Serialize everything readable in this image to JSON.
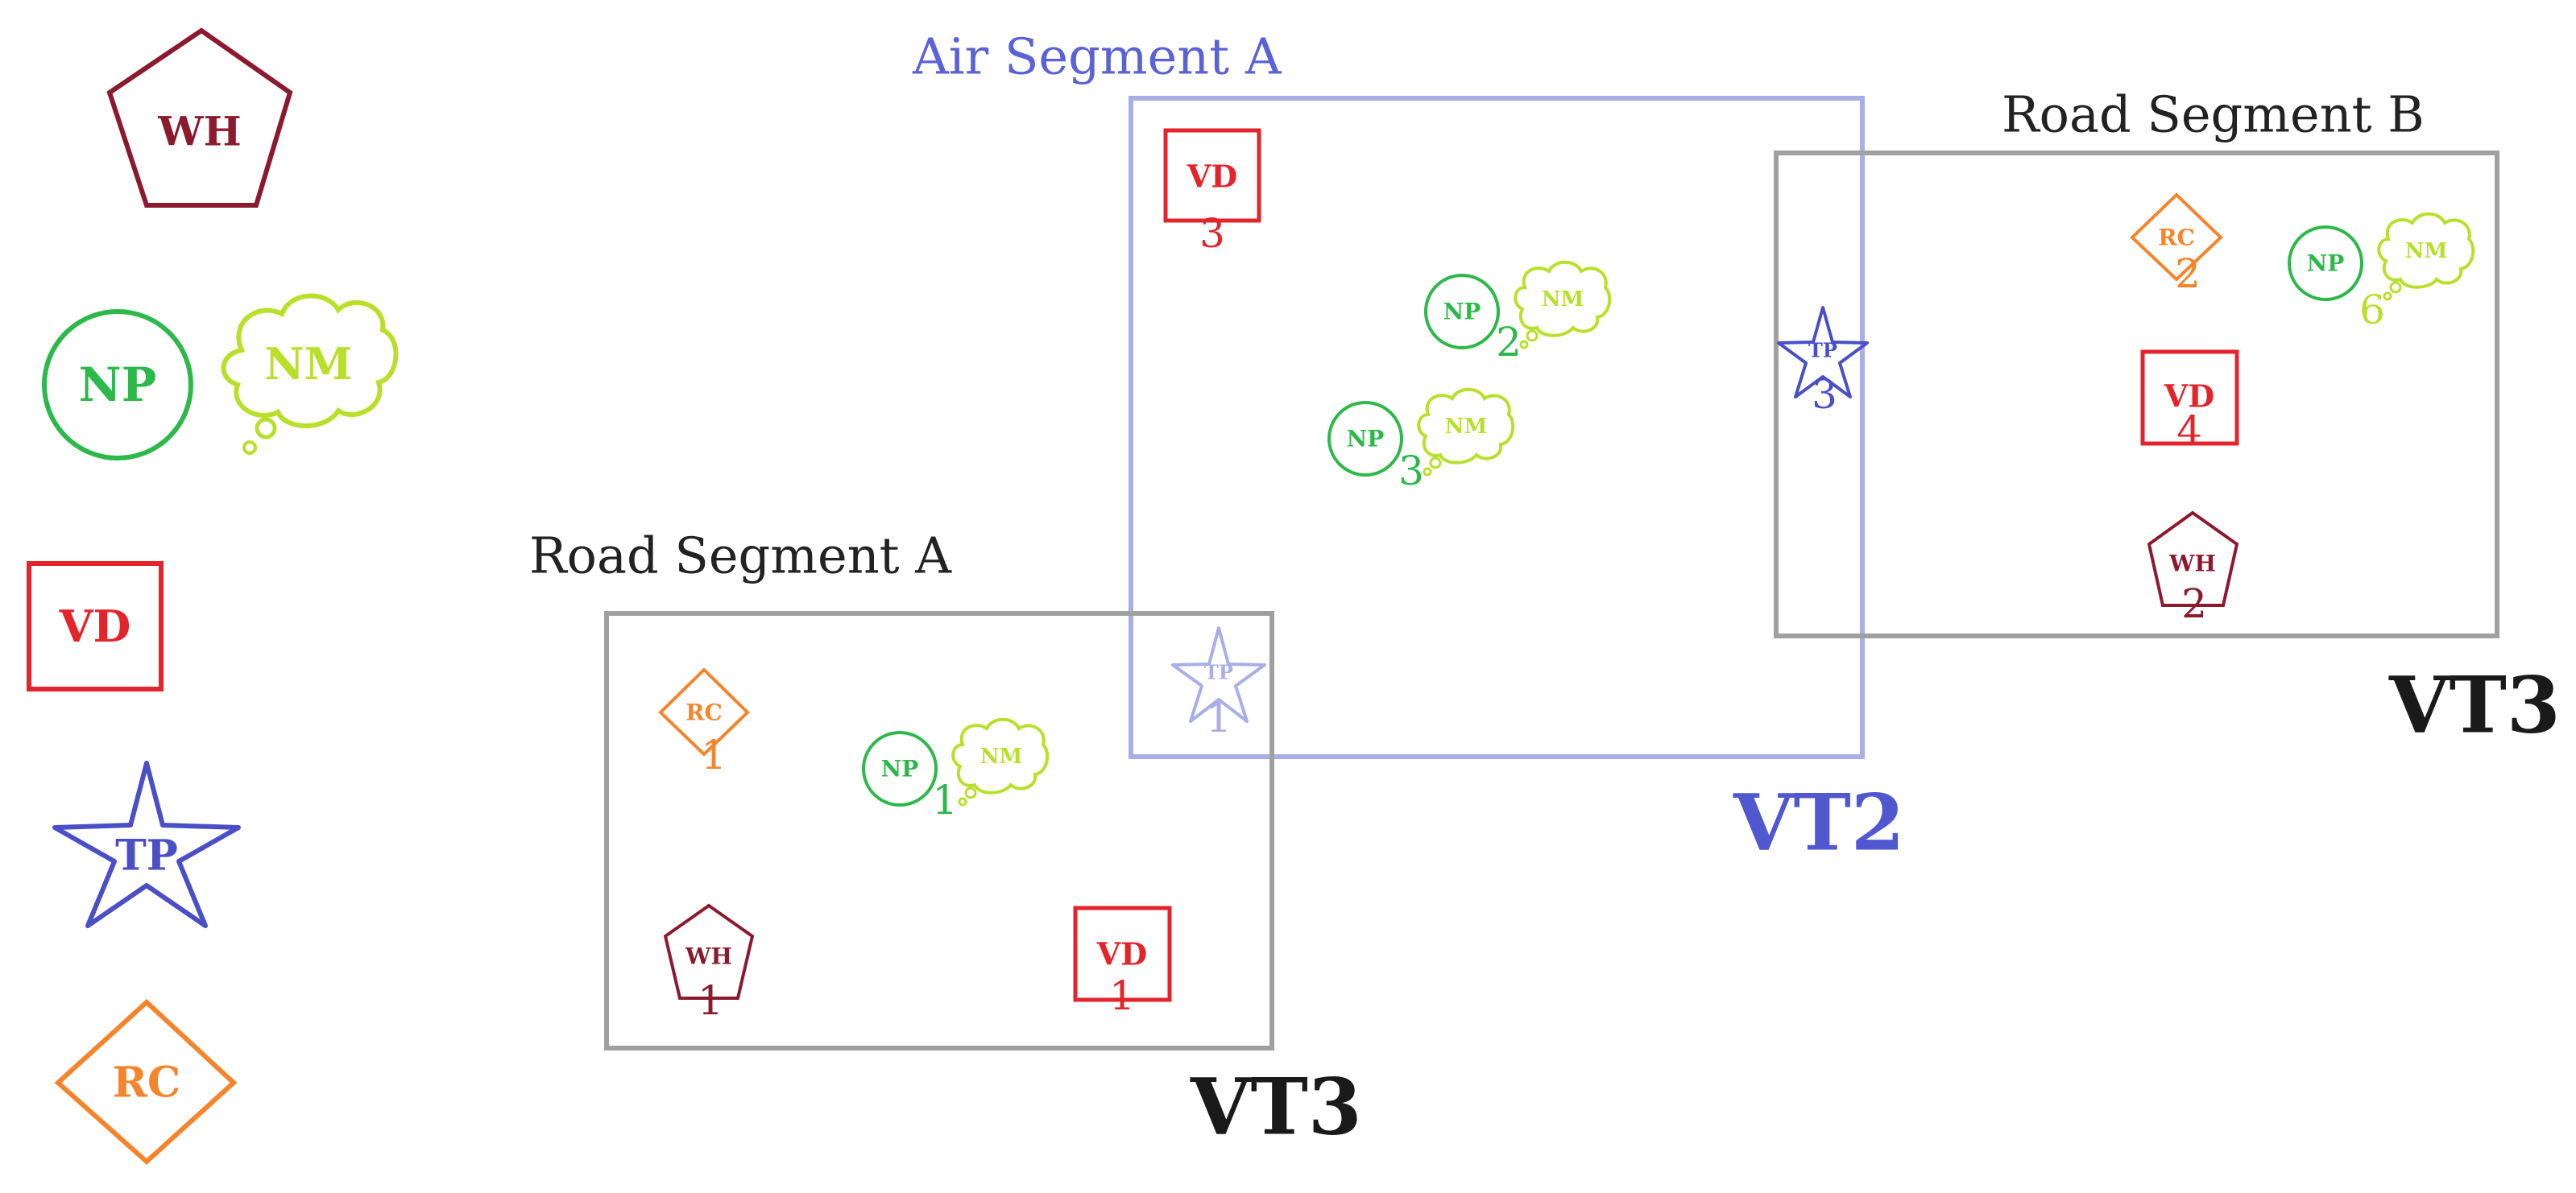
{
  "colors": {
    "WH": "#8b1a2e",
    "NP": "#2db84a",
    "NM": "#b8e02a",
    "VD": "#e3242b",
    "TP": "#4a4fc7",
    "RC": "#f5842a",
    "segment_gray": "#a0a0a0",
    "segment_air": "#a8aee8",
    "air_title": "#5a62d6",
    "vt_dark": "#1a1a1a",
    "vt_blue": "#5058d0",
    "text_dark": "#222222"
  },
  "legend": {
    "warehouse": "WH",
    "node_primary": "NP",
    "node_memory": "NM",
    "vd": "VD",
    "transfer_point": "TP",
    "rc": "RC"
  },
  "segments": {
    "road_a": {
      "title": "Road Segment A",
      "vehicle": "VT3"
    },
    "air_a": {
      "title": "Air Segment A",
      "vehicle": "VT2"
    },
    "road_b": {
      "title": "Road Segment B",
      "vehicle": "VT3"
    }
  },
  "nodes": {
    "road_a_rc": {
      "label": "RC",
      "number": "1"
    },
    "road_a_np": {
      "label": "NP",
      "memory": "NM",
      "number": "1"
    },
    "road_a_wh": {
      "label": "WH",
      "number": "1"
    },
    "road_a_vd": {
      "label": "VD",
      "number": "1"
    },
    "tp_1": {
      "label": "TP",
      "number": "1"
    },
    "air_a_vd": {
      "label": "VD",
      "number": "3"
    },
    "air_a_np2": {
      "label": "NP",
      "memory": "NM",
      "number": "2"
    },
    "air_a_np3": {
      "label": "NP",
      "memory": "NM",
      "number": "3"
    },
    "tp_3": {
      "label": "TP",
      "number": "3"
    },
    "road_b_rc": {
      "label": "RC",
      "number": "2"
    },
    "road_b_np": {
      "label": "NP",
      "memory": "NM",
      "number": "6"
    },
    "road_b_vd": {
      "label": "VD",
      "number": "4"
    },
    "road_b_wh": {
      "label": "WH",
      "number": "2"
    }
  }
}
